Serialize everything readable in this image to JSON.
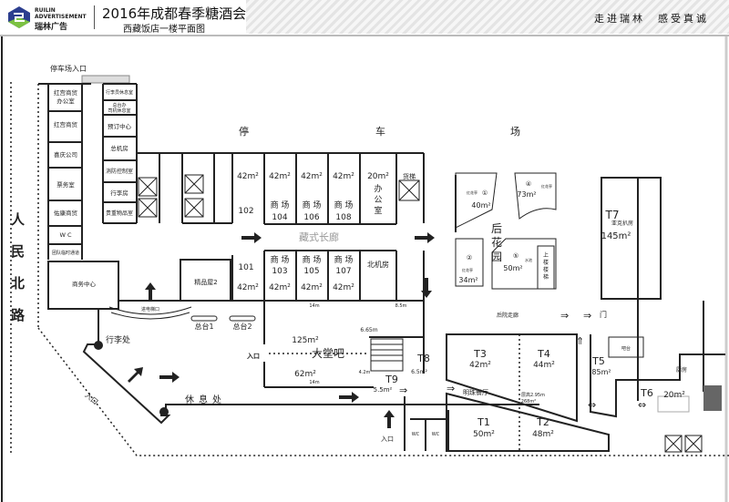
{
  "header": {
    "brand_en_1": "RUILIN",
    "brand_en_2": "ADVERTISEMENT",
    "brand_cn": "瑞林广告",
    "title": "2016年成都春季糖酒会",
    "subtitle": "西藏饭店一楼平面图",
    "slogan": "走进瑞林　感受真诚"
  },
  "road": [
    "人",
    "民",
    "北",
    "路"
  ],
  "left": {
    "parking_entrance": "停车场入口",
    "r1": "红宫商贸",
    "r1b": "办公室",
    "r2": "红宫商贸",
    "r3": "喜庆公司",
    "r4": "票务室",
    "r5": "佑康商贸",
    "wc": "W C",
    "r6": "团队临时通道",
    "business": "商务中心",
    "c1": "行李员休息室",
    "c2": "总台办",
    "c2b": "司机休息室",
    "c3": "预订中心",
    "c4": "总机房",
    "c5": "消防控制室",
    "c6": "行李房",
    "c7": "贵重物品室",
    "elevator_entry": "进电梯口",
    "jp2": "精品屋2",
    "desk1": "总台1",
    "desk2": "总台2",
    "luggage": "行李处",
    "entrance": "入口",
    "rest": "休息处"
  },
  "parking": [
    "停",
    "车",
    "场"
  ],
  "shops": {
    "area42": "42m²",
    "r102": "102",
    "r101": "101",
    "mall": "商 场",
    "s104": "104",
    "s106": "106",
    "s108": "108",
    "s103": "103",
    "s105": "105",
    "s107": "107",
    "office_area": "20m²",
    "office1": "办",
    "office2": "公",
    "office3": "室",
    "freight": "货梯",
    "north_machine": "北机房",
    "corridor": "藏式长廊"
  },
  "lobby": {
    "d14": "14m",
    "d85": "8.5m",
    "d665": "6.65m",
    "d42": "4.2m",
    "a125": "125m²",
    "name": "大堂吧",
    "a62": "62m²",
    "entrance": "入口",
    "t8": "T8",
    "t8a": "6.5m²",
    "t9": "T9",
    "t9a": "5.5m²",
    "wc": "WC"
  },
  "garden": {
    "name1": "后",
    "name2": "花",
    "name3": "园",
    "n1": "①",
    "n2": "②",
    "n4": "④",
    "n5": "⑤",
    "a40": "40m²",
    "a34": "34m²",
    "a73": "73m²",
    "a50": "50m²",
    "small": "红花亭",
    "pool": "水池",
    "stairs": [
      "上",
      "楼",
      "楼",
      "梯"
    ],
    "back_corridor": "后院走廊"
  },
  "restaurant": {
    "t1": "T1",
    "t1a": "50m²",
    "t2": "T2",
    "t2a": "48m²",
    "t3": "T3",
    "t3a": "42m²",
    "t4": "T4",
    "t4a": "44m²",
    "name": "明珠餐厅",
    "height": "层高2.95m",
    "area": "268m²",
    "t5": "T5",
    "t5a": "85m²",
    "t6": "T6",
    "t6a": "20m²",
    "t7": "T7",
    "t7name": "亚克扒房",
    "t7a": "145m²",
    "bar": "吧台",
    "kitchen": "厨房",
    "door": "门"
  }
}
